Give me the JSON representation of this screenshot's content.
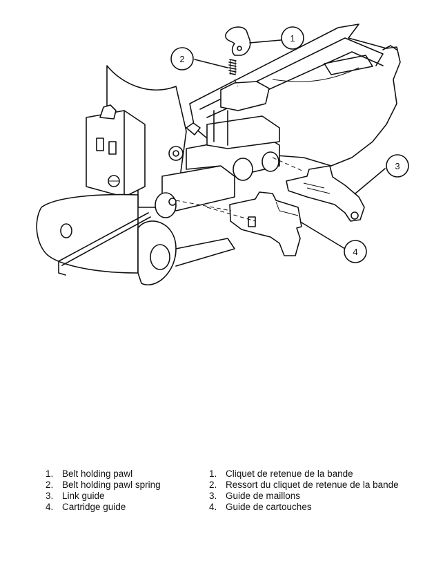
{
  "callouts": [
    {
      "number": "1"
    },
    {
      "number": "2"
    },
    {
      "number": "3"
    },
    {
      "number": "4"
    }
  ],
  "legend_en": [
    {
      "number": "1.",
      "label": "Belt holding pawl"
    },
    {
      "number": "2.",
      "label": "Belt holding pawl spring"
    },
    {
      "number": "3.",
      "label": "Link guide"
    },
    {
      "number": "4.",
      "label": "Cartridge guide"
    }
  ],
  "legend_fr": [
    {
      "number": "1.",
      "label": "Cliquet de retenue de la bande"
    },
    {
      "number": "2.",
      "label": "Ressort du cliquet de retenue de la bande"
    },
    {
      "number": "3.",
      "label": "Guide de maillons"
    },
    {
      "number": "4.",
      "label": "Guide de cartouches"
    }
  ],
  "colors": {
    "line": "#111111",
    "background": "#ffffff"
  },
  "icons": [
    "circle-callout"
  ]
}
